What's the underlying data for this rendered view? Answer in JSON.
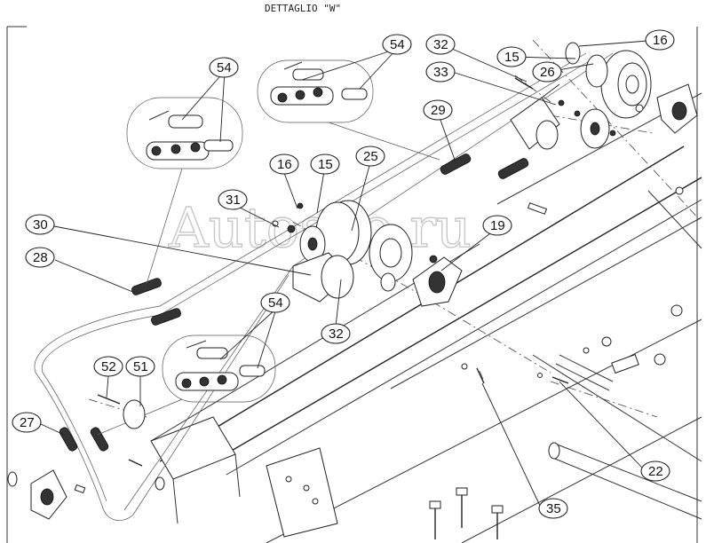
{
  "title": "DETTAGLIO \"W\"",
  "watermark": "Autoseo.ru",
  "labels": {
    "l16a": "16",
    "l15a": "15",
    "l26": "26",
    "l32a": "32",
    "l33": "33",
    "l54a": "54",
    "l54b": "54",
    "l54c": "54",
    "l29": "29",
    "l16b": "16",
    "l15b": "15",
    "l25": "25",
    "l31": "31",
    "l30": "30",
    "l28": "28",
    "l19": "19",
    "l32b": "32",
    "l52": "52",
    "l51": "51",
    "l27": "27",
    "l22": "22",
    "l35": "35"
  },
  "colors": {
    "line": "#222222",
    "watermark": "#c8c8c8",
    "background": "#ffffff"
  }
}
